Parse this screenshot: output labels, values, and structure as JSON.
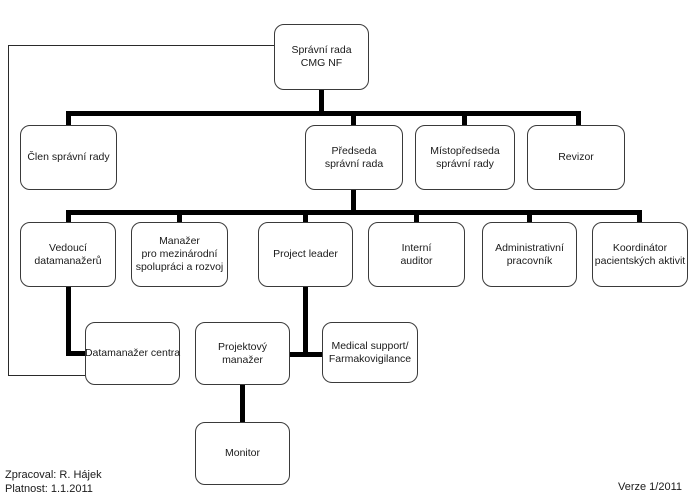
{
  "diagram": {
    "type": "org-chart",
    "nodes": {
      "spravni_rada": {
        "label": "Správní rada\nCMG NF"
      },
      "clen_spravni_rady": {
        "label": "Člen správní rady"
      },
      "predseda": {
        "label": "Předseda\nsprávní rada"
      },
      "mistopredseda": {
        "label": "Místopředseda\nsprávní rady"
      },
      "revizor": {
        "label": "Revizor"
      },
      "vedouci_datamanazeru": {
        "label": "Vedoucí\ndatamanažerů"
      },
      "manazer_mezinarodni": {
        "label": "Manažer\npro mezinárodní\nspolupráci a rozvoj"
      },
      "project_leader": {
        "label": "Project leader"
      },
      "interni_auditor": {
        "label": "Interní\nauditor"
      },
      "administrativni_pracovnik": {
        "label": "Administrativní\npracovník"
      },
      "koordinator_aktivit": {
        "label": "Koordinátor\npacientských aktivit"
      },
      "datamanazer_centra": {
        "label": "Datamanažer centra"
      },
      "projektovy_manazer": {
        "label": "Projektový\nmanažer"
      },
      "medical_support": {
        "label": "Medical support/\nFarmakovigilance"
      },
      "monitor": {
        "label": "Monitor"
      }
    },
    "edges": [
      [
        "spravni_rada",
        "clen_spravni_rady"
      ],
      [
        "spravni_rada",
        "predseda"
      ],
      [
        "spravni_rada",
        "mistopredseda"
      ],
      [
        "spravni_rada",
        "revizor"
      ],
      [
        "predseda",
        "vedouci_datamanazeru"
      ],
      [
        "predseda",
        "manazer_mezinarodni"
      ],
      [
        "predseda",
        "project_leader"
      ],
      [
        "predseda",
        "interni_auditor"
      ],
      [
        "predseda",
        "administrativni_pracovnik"
      ],
      [
        "predseda",
        "koordinator_aktivit"
      ],
      [
        "vedouci_datamanazeru",
        "datamanazer_centra"
      ],
      [
        "project_leader",
        "projektovy_manazer"
      ],
      [
        "project_leader",
        "medical_support"
      ],
      [
        "projektovy_manazer",
        "monitor"
      ],
      [
        "spravni_rada",
        "datamanazer_centra"
      ]
    ]
  },
  "footer": {
    "zpracoval": "Zpracoval: R. Hájek",
    "platnost": "Platnost: 1.1.2011",
    "verze": "Verze 1/2011"
  },
  "colors": {
    "background": "#ffffff",
    "connector": "#000000",
    "box_border": "#3a3a3a",
    "box_fill": "#ffffff",
    "text": "#1a1a1a"
  }
}
